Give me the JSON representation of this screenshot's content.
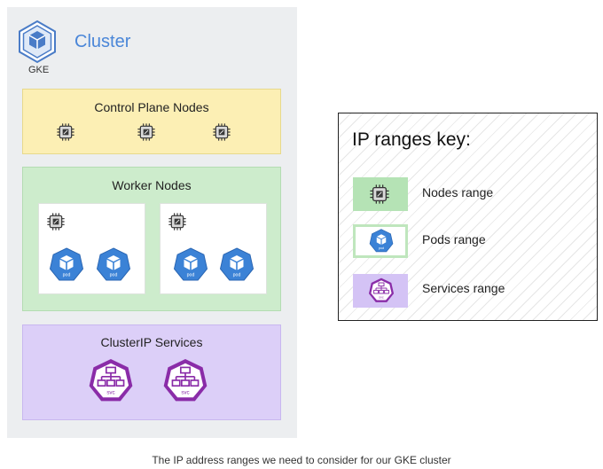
{
  "cluster": {
    "title": "Cluster",
    "logo_label": "GKE"
  },
  "sections": {
    "control_plane": {
      "title": "Control Plane Nodes",
      "node_count": 3
    },
    "worker": {
      "title": "Worker Nodes",
      "node_count": 2,
      "pods_per_node": 2
    },
    "services": {
      "title": "ClusterIP Services",
      "service_count": 2
    }
  },
  "icons": {
    "pod_label": "pod",
    "svc_label": "svc"
  },
  "key": {
    "title": "IP ranges key:",
    "items": [
      {
        "label": "Nodes range",
        "icon": "node-chip-icon",
        "color": "#b5e3b5"
      },
      {
        "label": "Pods range",
        "icon": "pod-icon",
        "color": "#bfe6bd"
      },
      {
        "label": "Services range",
        "icon": "service-icon",
        "color": "#d4c3f5"
      }
    ]
  },
  "colors": {
    "control_plane_bg": "#fcefb4",
    "worker_bg": "#cdeccc",
    "services_bg": "#dccff8",
    "pod_blue": "#3b82d6",
    "svc_purple": "#8a2ca8",
    "cluster_title": "#4a86d8"
  },
  "caption": "The IP address ranges we need to consider for our GKE cluster"
}
